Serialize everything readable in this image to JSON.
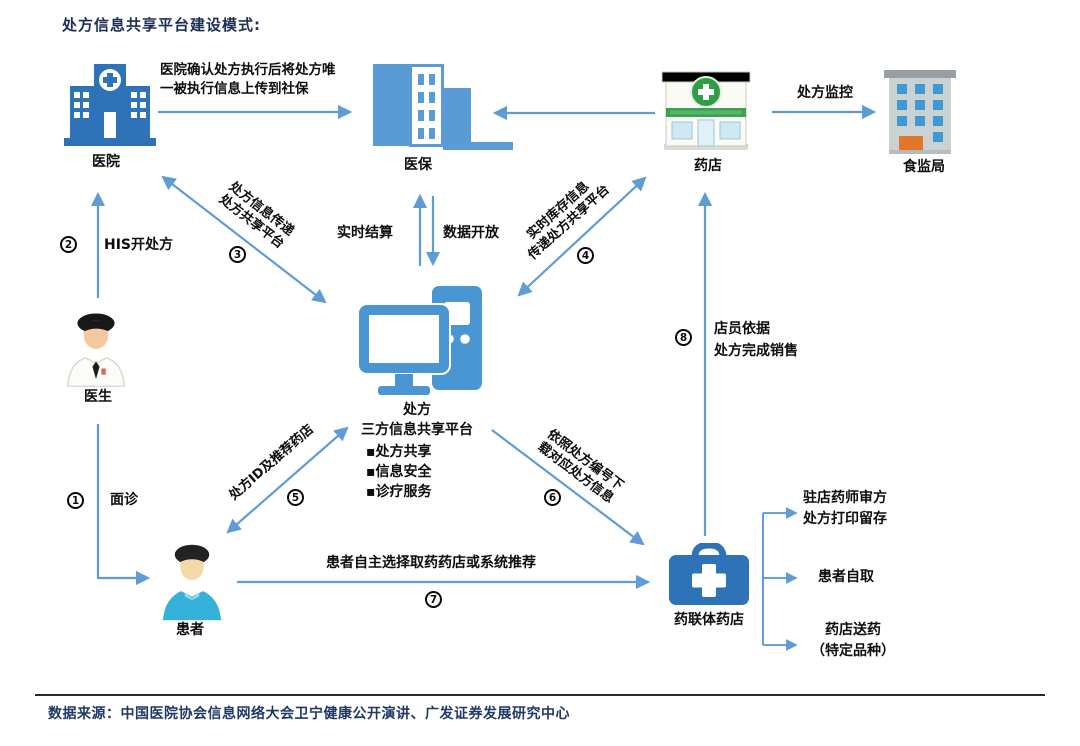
{
  "title": "处方信息共享平台建设模式:",
  "colors": {
    "icon_blue": "#2e73b8",
    "icon_light_blue": "#4a96d2",
    "insurance_blue": "#5b9bd5",
    "arrow_blue": "#5f9bd4",
    "store_green": "#2f9e44",
    "door_orange": "#e2762b",
    "navy_text": "#1f3864",
    "patient_shirt": "#35b0d8"
  },
  "nodes": {
    "hospital": {
      "label": "医院"
    },
    "insurance": {
      "label": "医保"
    },
    "pharmacy": {
      "label": "药店"
    },
    "fda": {
      "label": "食监局"
    },
    "doctor": {
      "label": "医生"
    },
    "patient": {
      "label": "患者"
    },
    "alliance": {
      "label": "药联体药店"
    },
    "platform": {
      "title1": "处方",
      "title2": "三方信息共享平台",
      "bullets": [
        "▪处方共享",
        "▪信息安全",
        "▪诊疗服务"
      ]
    }
  },
  "edges": {
    "upload": {
      "line1": "医院确认处方执行后将处方唯",
      "line2": "一被执行信息上传到社保"
    },
    "monitor": {
      "label": "处方监控"
    },
    "consult": {
      "num": "1",
      "label": "面诊"
    },
    "his": {
      "num": "2",
      "label": "HIS开处方"
    },
    "hospital_share": {
      "num": "3",
      "line1": "处方信息传递",
      "line2": "处方共享平台"
    },
    "settlement": {
      "label": "实时结算"
    },
    "data_open": {
      "label": "数据开放"
    },
    "inventory": {
      "num": "4",
      "line1": "实时库存信息",
      "line2": "传递处方共享平台"
    },
    "rx_id": {
      "num": "5",
      "label": "处方ID及推荐药店"
    },
    "download": {
      "num": "6",
      "line1": "依照处方编号下",
      "line2": "载对应处方信息"
    },
    "choose": {
      "num": "7",
      "label": "患者自主选择取药药店或系统推荐"
    },
    "sale": {
      "num": "8",
      "line1": "店员依据",
      "line2": "处方完成销售"
    }
  },
  "branches": [
    {
      "line1": "驻店药师审方",
      "line2": "处方打印留存"
    },
    {
      "line1": "患者自取",
      "line2": ""
    },
    {
      "line1": "药店送药",
      "line2": "（特定品种）"
    }
  ],
  "footer": {
    "source": "数据来源：中国医院协会信息网络大会卫宁健康公开演讲、广发证券发展研究中心"
  }
}
